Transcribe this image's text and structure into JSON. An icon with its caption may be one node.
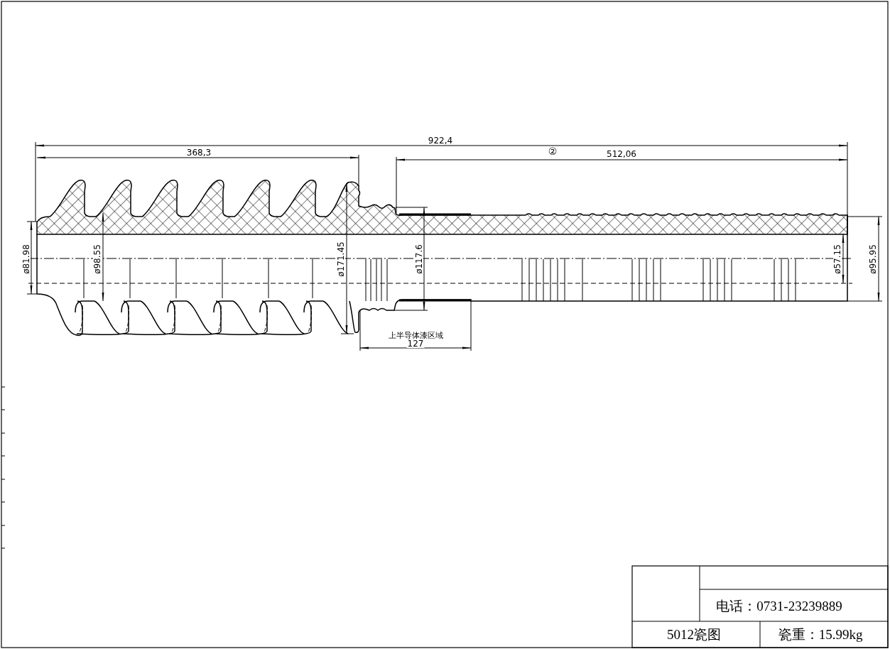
{
  "diagram": {
    "labels": [
      "922,4",
      "368,3",
      "②",
      "512,06",
      "ø81.98",
      "ø98.55",
      "ø171.45",
      "ø117.6",
      "ø57.15",
      "ø95.95",
      "上半导体漆区域",
      "127",
      "电话：0731-23239889",
      "5012瓷图",
      "瓷重：15.99kg"
    ]
  }
}
